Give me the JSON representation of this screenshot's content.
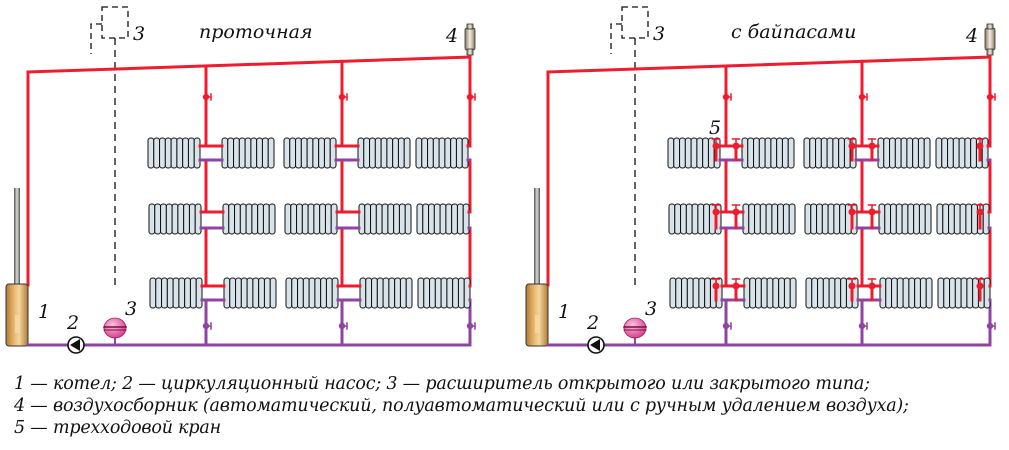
{
  "colors": {
    "supply": "#ee1c2e",
    "return": "#8e44a0",
    "expansion_dashed": "#111111",
    "radiator_fill": "#d8e4ea",
    "boiler": "#d9a55a",
    "tank": "#e0559a",
    "air_vent": "#d9ccb8"
  },
  "schemes": [
    {
      "id": "flow",
      "title": "проточная",
      "labels": {
        "boiler": "1",
        "pump": "2",
        "expansion_bottom": "3",
        "expansion_top": "3",
        "air_vent": "4"
      },
      "risers": 3,
      "rows": 3,
      "bypass": false
    },
    {
      "id": "bypass",
      "title": "с байпасами",
      "labels": {
        "boiler": "1",
        "pump": "2",
        "expansion_bottom": "3",
        "expansion_top": "3",
        "air_vent": "4",
        "three_way_valve": "5"
      },
      "risers": 3,
      "rows": 3,
      "bypass": true
    }
  ],
  "legend": [
    "1 — котел; 2 — циркуляционный насос; 3 — расширитель открытого или закрытого типа;",
    "4 — воздухосборник (автоматический, полуавтоматический или с ручным удалением воздуха);",
    "5 — трехходовой кран"
  ]
}
